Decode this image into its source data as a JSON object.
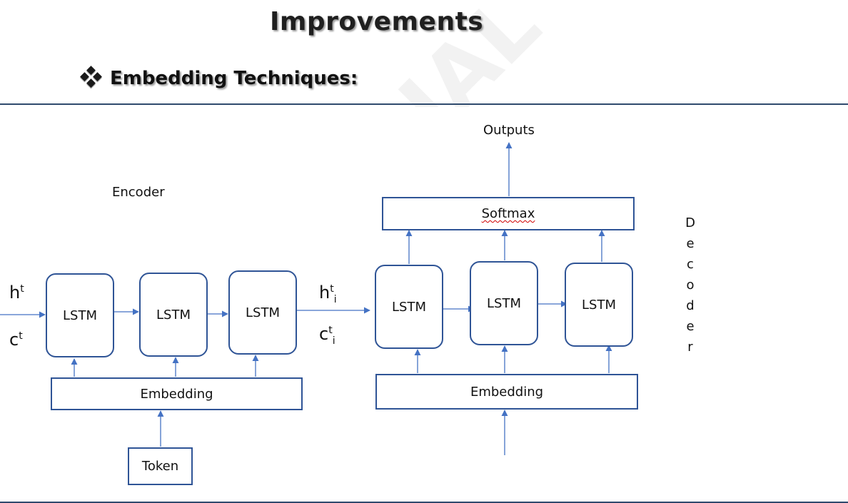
{
  "page": {
    "title": "Improvements",
    "section_heading": "Embedding Techniques:",
    "bullet_icon": "four-diamond-bullet-icon",
    "watermark_text": "IAL"
  },
  "colors": {
    "box_border": "#2f5496",
    "arrow": "#4472c4",
    "rule": "#2f4a6d"
  },
  "encoder": {
    "label": "Encoder",
    "state_h_base": "h",
    "state_h_sup": "t",
    "state_c_base": "c",
    "state_c_sup": "t",
    "lstm_labels": [
      "LSTM",
      "LSTM",
      "LSTM"
    ],
    "embedding_label": "Embedding",
    "token_label": "Token"
  },
  "handoff": {
    "h_base": "h",
    "h_sup": "t",
    "h_sub": "i",
    "c_base": "c",
    "c_sup": "t",
    "c_sub": "i"
  },
  "decoder": {
    "label": "Decoder",
    "lstm_labels": [
      "LSTM",
      "LSTM",
      "LSTM"
    ],
    "softmax_label": "Softmax",
    "embedding_label": "Embedding",
    "outputs_label": "Outputs"
  }
}
